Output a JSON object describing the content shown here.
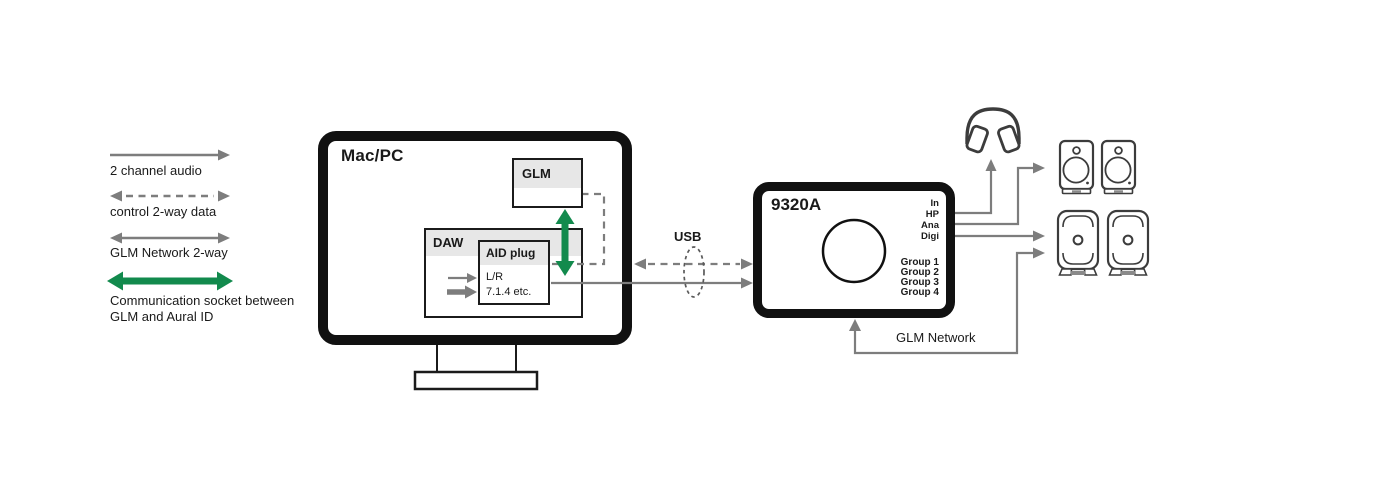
{
  "colors": {
    "line_gray": "#7d7d7d",
    "accent_green": "#128a4d",
    "box_border": "#1b1b1b",
    "box_header_gray": "#e7e7e7",
    "icon_stroke": "#3c3c3c",
    "text": "#1a1a1a"
  },
  "legend": {
    "items": [
      {
        "label": "2 channel audio",
        "arrow": "gray-solid-right"
      },
      {
        "label": "control 2-way data",
        "arrow": "gray-dashed-both-ends"
      },
      {
        "label": "GLM Network 2-way",
        "arrow": "gray-solid-both-ends"
      },
      {
        "label": "Communication socket between GLM and Aural ID",
        "arrow": "green-thick-both-ends"
      }
    ]
  },
  "computer": {
    "title": "Mac/PC",
    "glm": {
      "label": "GLM"
    },
    "daw": {
      "label": "DAW"
    },
    "aid": {
      "label": "AID plug",
      "line1": "L/R",
      "line2": "7.1.4 etc."
    }
  },
  "usb": {
    "label": "USB"
  },
  "device": {
    "title": "9320A",
    "io_labels": [
      "In",
      "HP",
      "Ana",
      "Digi"
    ],
    "group_labels": [
      "Group 1",
      "Group 2",
      "Group 3",
      "Group 4"
    ]
  },
  "network": {
    "label": "GLM Network"
  },
  "icons": {
    "headphones": "headphones-icon",
    "small_monitor_pair": "studio-monitor-speakers-icon",
    "large_monitor_pair": "coaxial-monitor-speakers-icon",
    "volume_knob": "volume-knob-icon",
    "usb_cable_loop": "usb-cable-loop-icon"
  }
}
